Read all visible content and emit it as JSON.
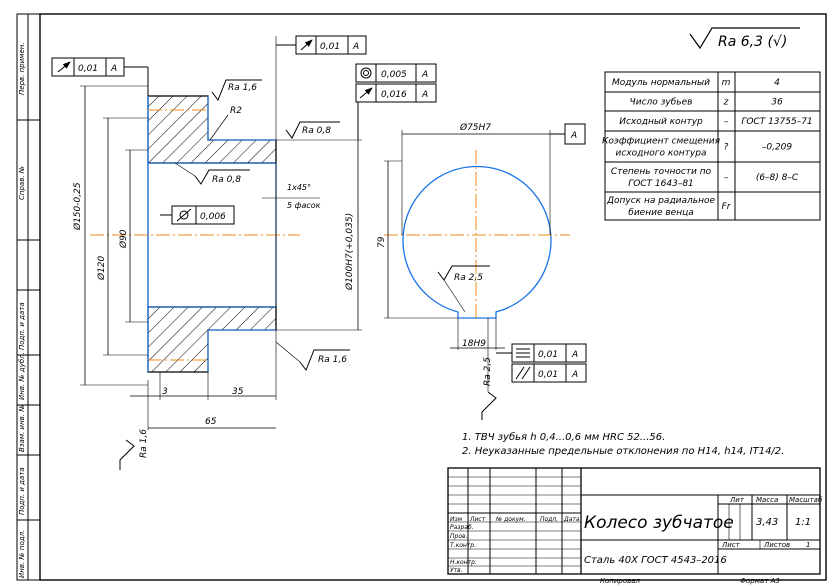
{
  "stamp_sidebar": [
    "Перв. примен.",
    "Справ. №",
    "Подп. и дата",
    "Инв. № дубл.",
    "Взам. инв. №",
    "Подп. и дата",
    "Инв. № подл."
  ],
  "roughness_general": "Ra 6,3 (√)",
  "param_table": [
    {
      "name": [
        "Модуль нормальный"
      ],
      "sym": "m",
      "val": "4"
    },
    {
      "name": [
        "Число зубьев"
      ],
      "sym": "z",
      "val": "36"
    },
    {
      "name": [
        "Исходный контур"
      ],
      "sym": "–",
      "val": "ГОСТ 13755–71"
    },
    {
      "name": [
        "Коэффициент смещения",
        "исходного контура"
      ],
      "sym": "?",
      "val": "–0,209"
    },
    {
      "name": [
        "Степень точности по",
        "ГОСТ 1643–81"
      ],
      "sym": "–",
      "val": "(6–8) 8–С"
    },
    {
      "name": [
        "Допуск на радиальное",
        "биение венца"
      ],
      "sym": "Fr",
      "val": ""
    }
  ],
  "tolerance_frames": {
    "runout_left": {
      "value": "0,01",
      "base": "A"
    },
    "runout_top": {
      "value": "0,01",
      "base": "A"
    },
    "concentricity": {
      "value": "0,005",
      "base": "A"
    },
    "runout_right": {
      "value": "0,016",
      "base": "A"
    },
    "cylindricity": {
      "value": "0,006"
    },
    "symmetry": {
      "value": "0,01",
      "base": "A"
    },
    "parallelism": {
      "value": "0,01",
      "base": "A"
    },
    "datum_A": "A"
  },
  "roughness_marks": {
    "top": "Ra 1,6",
    "right_top": "Ra 0,8",
    "bore": "Ra 0,8",
    "bottom_right": "Ra 1,6",
    "hub_bottom": "Ra 1,6",
    "key": "Ra 2,5",
    "keyway": "Ra 2,5"
  },
  "dims": {
    "radius": "R2",
    "chamfer": "1x45°",
    "chamfer_note": "5 фасок",
    "d150": "Ø150-0,25",
    "d120": "Ø120",
    "d90": "Ø90",
    "d100": "Ø100H7(+0,035)",
    "d75": "Ø75H7",
    "h79": "79",
    "b18": "18H9",
    "l3": "3",
    "l35": "35",
    "l65": "65"
  },
  "notes": [
    "1. ТВЧ зубья h 0,4...0,6 мм HRC 52...56.",
    "2. Неуказанные предельные отклонения по H14, h14, IT14/2."
  ],
  "title_block": {
    "name": "Колесо зубчатое",
    "material": "Сталь 40Х ГОСТ 4543–2016",
    "lit_label": "Лит",
    "mass_label": "Масса",
    "scale_label": "Масштаб",
    "mass": "3,43",
    "scale": "1:1",
    "sheet_label": "Лист",
    "sheets_label": "Листов",
    "sheets": "1",
    "rows": [
      "Изм",
      "Лист",
      "№ докум.",
      "Подп.",
      "Дата"
    ],
    "roles": [
      "Разраб.",
      "Пров.",
      "Т.контр.",
      "Н.контр.",
      "Утв."
    ],
    "copied": "Копировал",
    "format": "Формат  А3"
  }
}
